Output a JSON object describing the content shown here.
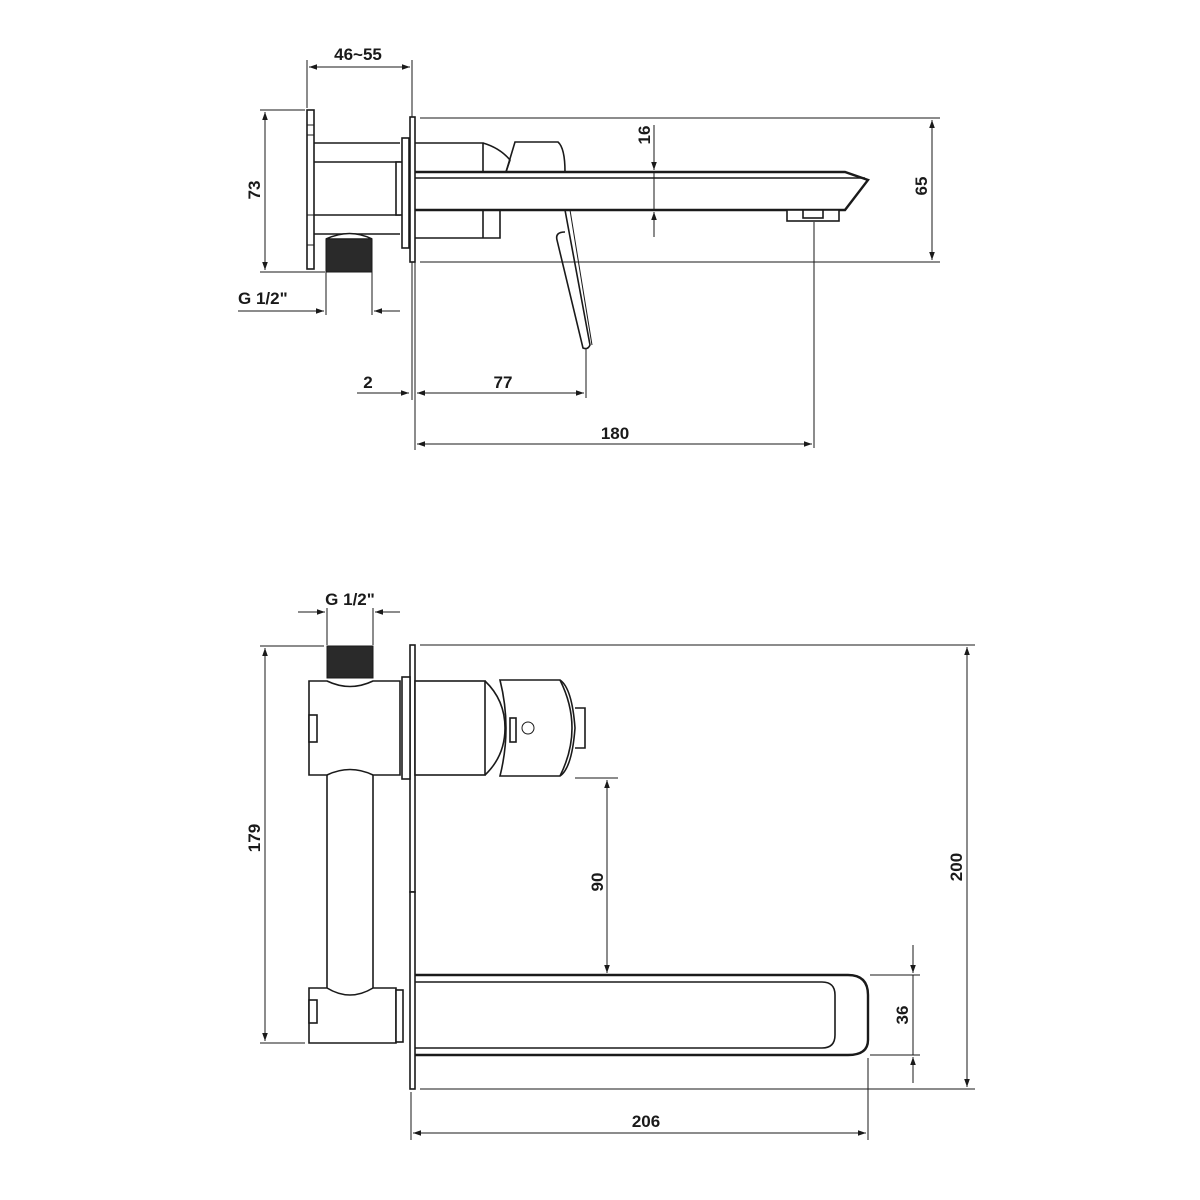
{
  "drawing": {
    "title": "Wall-mounted basin mixer technical drawing",
    "line_color": "#1a1a1a",
    "background": "#ffffff"
  },
  "side_view": {
    "dim_wall_depth": "46~55",
    "dim_body_height": "73",
    "dim_thread": "G 1/2\"",
    "dim_spout_thickness": "16",
    "dim_total_height": "65",
    "dim_plate": "2",
    "dim_lever": "77",
    "dim_spout_reach": "180"
  },
  "top_view": {
    "dim_thread": "G 1/2\"",
    "dim_body_length": "179",
    "dim_spacing": "90",
    "dim_spout_width": "36",
    "dim_plate_height": "200",
    "dim_spout_length": "206"
  }
}
